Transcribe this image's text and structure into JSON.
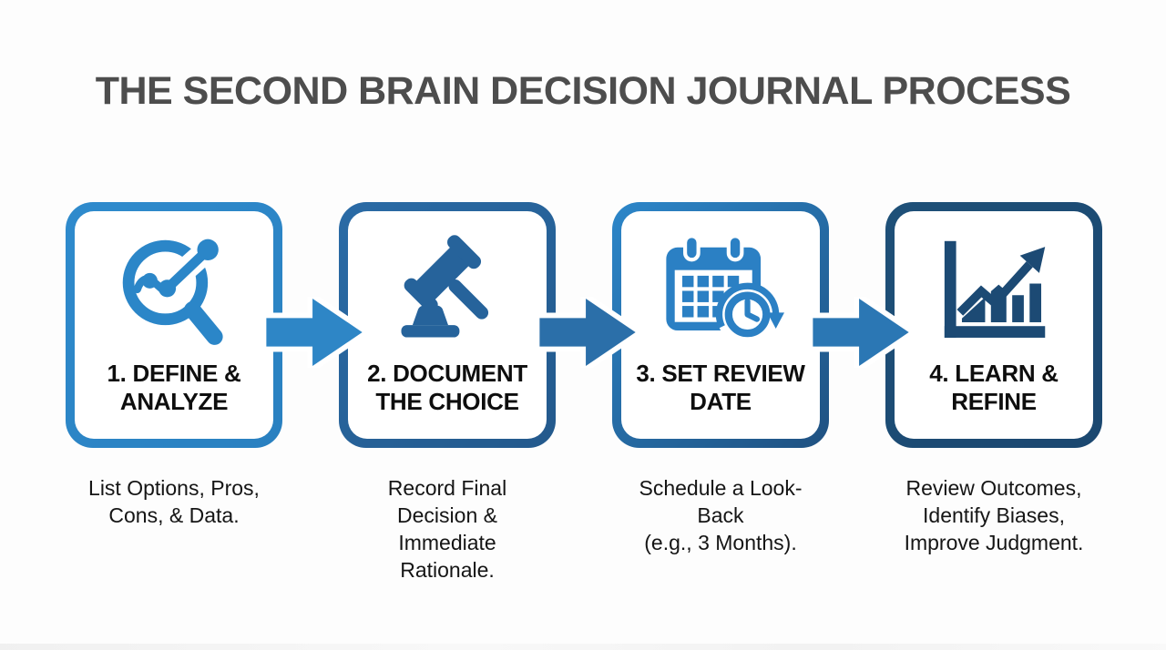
{
  "title": "THE SECOND BRAIN DECISION JOURNAL PROCESS",
  "title_color": "#4d4d4d",
  "steps": [
    {
      "heading": "1. DEFINE &\nANALYZE",
      "caption": "List Options, Pros,\nCons, & Data.",
      "icon": "magnifier-trend-icon",
      "border_color_start": "#2F8BCD",
      "border_color_end": "#2980C0",
      "icon_color": "#2B86C8"
    },
    {
      "heading": "2. DOCUMENT\nTHE CHOICE",
      "caption": "Record Final\nDecision &\nImmediate\nRationale.",
      "icon": "gavel-icon",
      "border_color_start": "#2A6BA6",
      "border_color_end": "#23598C",
      "icon_color": "#26639B"
    },
    {
      "heading": "3. SET REVIEW\nDATE",
      "caption": "Schedule a Look-\nBack\n(e.g., 3 Months).",
      "icon": "calendar-clock-icon",
      "border_color_start": "#2C86C9",
      "border_color_end": "#1F5181",
      "icon_color": "#2B80C4"
    },
    {
      "heading": "4. LEARN &\nREFINE",
      "caption": "Review Outcomes,\nIdentify Biases,\nImprove Judgment.",
      "icon": "growth-chart-icon",
      "border_color_start": "#1E5078",
      "border_color_end": "#1B4770",
      "icon_color": "#1C4A74"
    }
  ],
  "arrows": [
    {
      "color": "#2E86C6"
    },
    {
      "color": "#2B6FA9"
    },
    {
      "color": "#2B77B4"
    }
  ]
}
